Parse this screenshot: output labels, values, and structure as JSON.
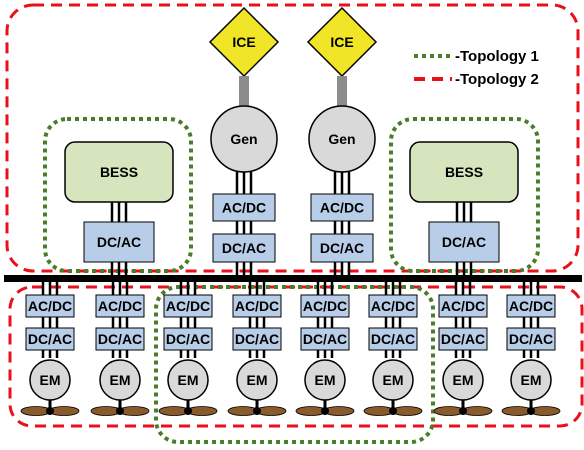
{
  "legend": {
    "topology1_label": "-Topology 1",
    "topology2_label": "-Topology 2",
    "topology1_color": "#4a7d2b",
    "topology2_color": "#e8101a"
  },
  "labels": {
    "ice": "ICE",
    "gen": "Gen",
    "bess": "BESS",
    "ac_dc": "AC/DC",
    "dc_ac": "DC/AC",
    "em": "EM"
  },
  "colors": {
    "ice_fill": "#f0e526",
    "bess_fill": "#d6e5bd",
    "converter_fill": "#b8cde8",
    "machine_fill": "#d9d9d9",
    "propeller_fill": "#8b5a2b",
    "bus": "#000000"
  },
  "counts": {
    "generators": 2,
    "bess_units": 2,
    "propulsion_units": 8
  }
}
